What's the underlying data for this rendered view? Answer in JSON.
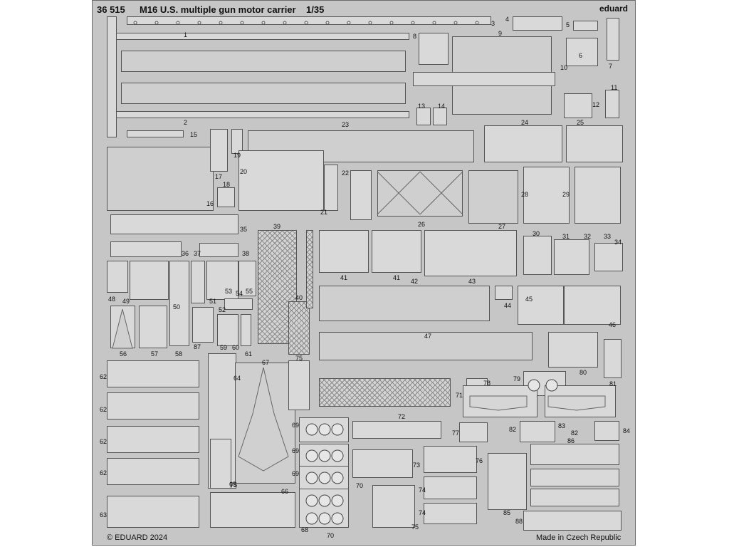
{
  "header": {
    "code": "36 515",
    "title": "M16 U.S. multiple gun motor carrier",
    "scale": "1/35",
    "brand": "eduard"
  },
  "footer": {
    "copyright": "© EDUARD 2024",
    "origin": "Made in Czech Republic"
  },
  "part_labels": [
    "1",
    "2",
    "3",
    "4",
    "5",
    "6",
    "7",
    "8",
    "9",
    "10",
    "11",
    "12",
    "13",
    "14",
    "15",
    "16",
    "17",
    "18",
    "19",
    "20",
    "21",
    "22",
    "23",
    "24",
    "25",
    "26",
    "27",
    "28",
    "29",
    "30",
    "31",
    "32",
    "33",
    "34",
    "35",
    "36",
    "37",
    "38",
    "39",
    "40",
    "41",
    "41",
    "42",
    "43",
    "44",
    "45",
    "46",
    "47",
    "48",
    "49",
    "50",
    "51",
    "52",
    "53",
    "54",
    "55",
    "56",
    "57",
    "58",
    "59",
    "60",
    "61",
    "62",
    "62",
    "62",
    "62",
    "63",
    "64",
    "65",
    "66",
    "67",
    "68",
    "69",
    "69",
    "69",
    "70",
    "70",
    "71",
    "72",
    "73",
    "74",
    "74",
    "75",
    "75",
    "75",
    "76",
    "77",
    "78",
    "79",
    "80",
    "81",
    "82",
    "82",
    "83",
    "84",
    "85",
    "86",
    "87",
    "88"
  ]
}
